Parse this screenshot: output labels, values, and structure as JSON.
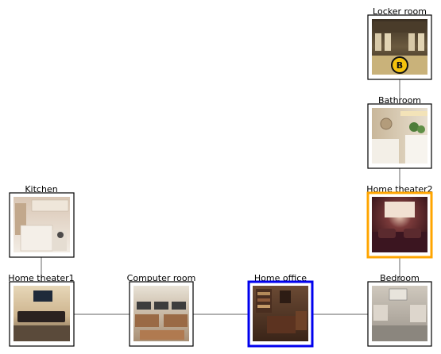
{
  "colors": {
    "edge": "#808080",
    "frame": "#000000",
    "highlight_current": "#0000EE",
    "highlight_target": "#FFA500"
  },
  "nodes": {
    "locker_room": {
      "label": "Locker room"
    },
    "bathroom": {
      "label": "Bathroom"
    },
    "home_theater2": {
      "label": "Home theater2",
      "highlight": "target"
    },
    "kitchen": {
      "label": "Kitchen"
    },
    "home_theater1": {
      "label": "Home theater1"
    },
    "computer_room": {
      "label": "Computer room"
    },
    "home_office": {
      "label": "Home office",
      "highlight": "current"
    },
    "bedroom": {
      "label": "Bedroom"
    }
  },
  "edges": [
    [
      "locker_room",
      "bathroom"
    ],
    [
      "bathroom",
      "home_theater2"
    ],
    [
      "home_theater2",
      "bedroom"
    ],
    [
      "kitchen",
      "home_theater1"
    ],
    [
      "home_theater1",
      "computer_room"
    ],
    [
      "computer_room",
      "home_office"
    ],
    [
      "home_office",
      "bedroom"
    ]
  ]
}
